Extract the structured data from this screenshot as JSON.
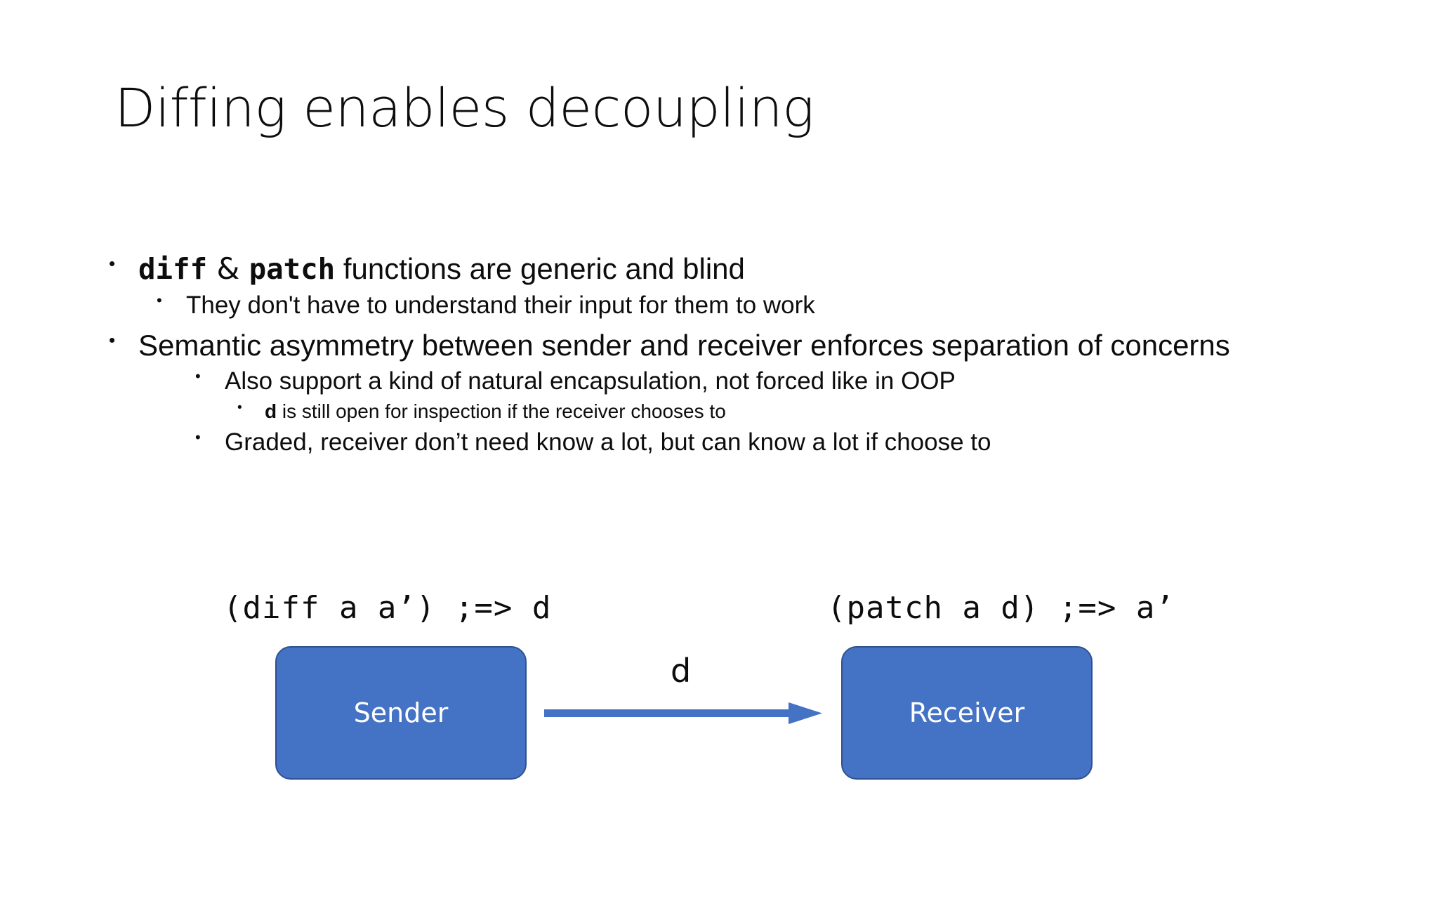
{
  "slide": {
    "title": "Diffing enables decoupling",
    "background_color": "#ffffff",
    "text_color": "#0d0d0d"
  },
  "bullets": [
    {
      "level": 1,
      "marker": "•",
      "parts": [
        {
          "text": "diff",
          "style": "mono-bold"
        },
        {
          "text": " & ",
          "style": "normal"
        },
        {
          "text": "patch",
          "style": "mono-bold"
        },
        {
          "text": " functions are generic and blind",
          "style": "normal"
        }
      ],
      "plain": "diff & patch functions are generic and blind"
    },
    {
      "level": 2,
      "marker": "•",
      "plain": "They don't have to understand their input for them to work"
    },
    {
      "level": 1,
      "marker": "•",
      "plain": "Semantic asymmetry between sender and receiver enforces separation of concerns"
    },
    {
      "level": 3,
      "marker": "•",
      "plain": "Also support a kind of natural encapsulation, not forced like in OOP"
    },
    {
      "level": 4,
      "marker": "•",
      "parts": [
        {
          "text": "d",
          "style": "bold"
        },
        {
          "text": "  is still open for inspection if the receiver chooses to",
          "style": "normal"
        }
      ],
      "plain": "d  is still open for inspection if the receiver chooses to"
    },
    {
      "level": 3,
      "marker": "•",
      "plain": "Graded, receiver don’t need know a lot, but can know a lot if choose to"
    }
  ],
  "bullet_text": {
    "b1_diff": "diff",
    "b1_amp": " & ",
    "b1_patch": "patch",
    "b1_rest": " functions are generic and blind",
    "b2": "They don't have to understand their input for them to work",
    "b3": "Semantic asymmetry between sender and receiver enforces separation of concerns",
    "b4": "Also support a kind of natural encapsulation, not forced like in OOP",
    "b5_d": "d",
    "b5_rest": "  is still open for inspection if the receiver chooses to",
    "b6": "Graded, receiver don’t need know a lot, but can know a lot if choose to"
  },
  "markers": {
    "level1": "•",
    "level2": "•",
    "level3": "•",
    "level4": "•"
  },
  "diagram": {
    "code_left": "(diff a a’) ;=> d",
    "code_right": "(patch a d) ;=> a’",
    "sender_label": "Sender",
    "receiver_label": "Receiver",
    "arrow_label": "d",
    "node_fill": "#4472c4",
    "node_border": "#2f528f",
    "node_text_color": "#ffffff",
    "arrow_color": "#4472c4"
  }
}
